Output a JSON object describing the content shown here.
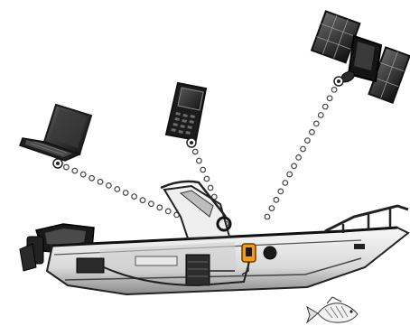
{
  "diagram": {
    "nodes": [
      {
        "id": "laptop",
        "icon": "laptop-icon"
      },
      {
        "id": "phone",
        "icon": "mobile-phone-icon"
      },
      {
        "id": "satellite",
        "icon": "satellite-icon"
      },
      {
        "id": "boat",
        "icon": "boat-icon"
      },
      {
        "id": "tracker",
        "icon": "gps-tracker-icon"
      },
      {
        "id": "fish",
        "icon": "fish-icon"
      }
    ],
    "links": [
      {
        "from": "laptop",
        "to": "tracker",
        "style": "dotted"
      },
      {
        "from": "phone",
        "to": "tracker",
        "style": "dotted"
      },
      {
        "from": "satellite",
        "to": "tracker",
        "style": "dotted"
      }
    ],
    "colors": {
      "device_dark": "#1c1c1c",
      "hull_light": "#efefef",
      "outline": "#222222",
      "tracker_accent": "#f39a1e",
      "link_ring": "#444444"
    }
  }
}
